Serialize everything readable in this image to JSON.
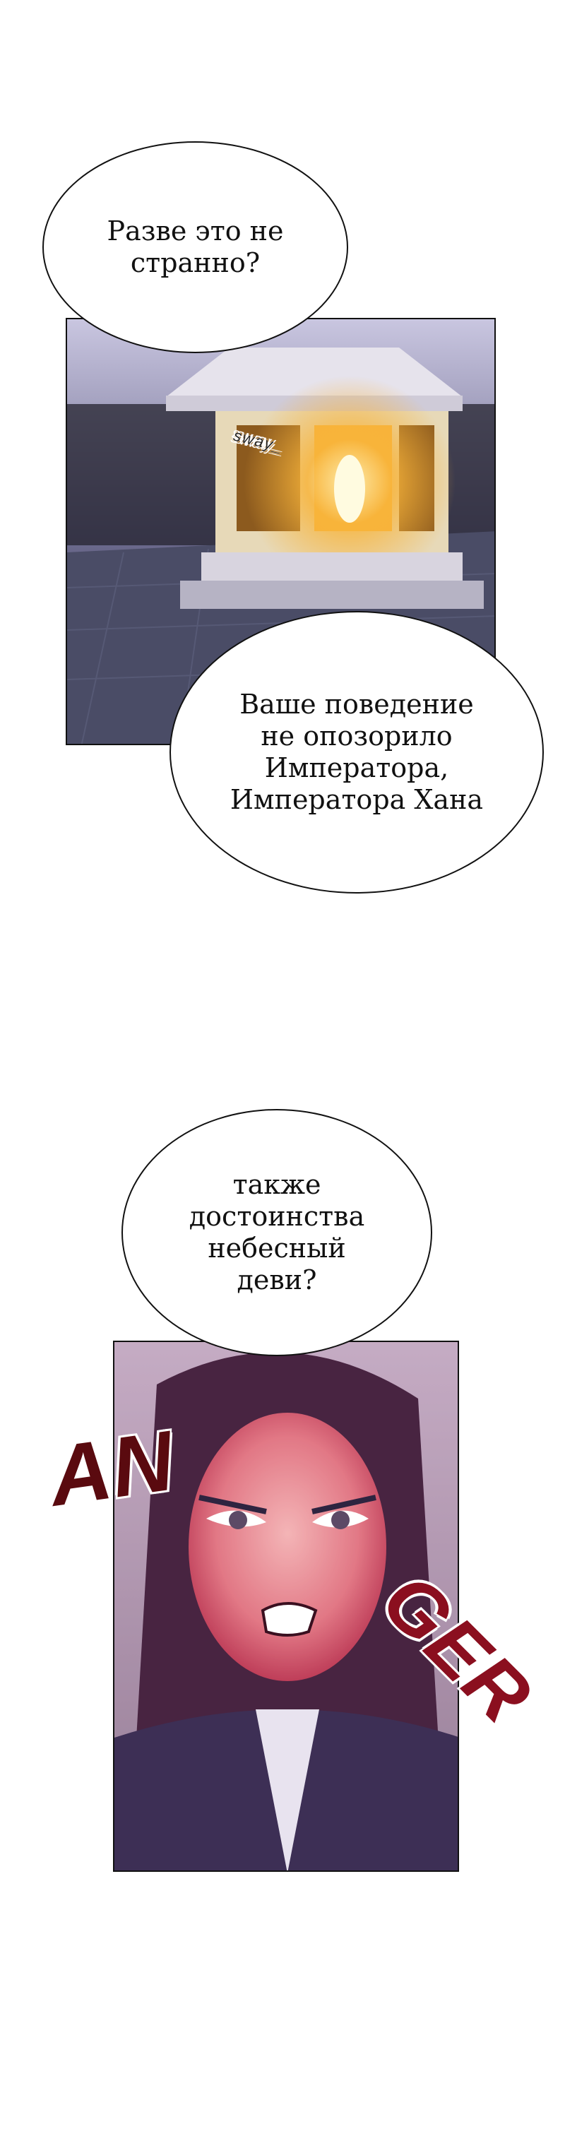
{
  "bubbles": {
    "b1": "Разве это не\nстранно?",
    "b2": "Ваше поведение\nне опозорило\nИмператора,\nИмператора Хана",
    "b3": "также\nдостоинства\nнебесный\nдеви?"
  },
  "sfx": {
    "sway": "sway_",
    "an": "AN",
    "ger": "GER"
  },
  "colors": {
    "panel1_sky": "#a9a6c6",
    "lantern_glow": "#f5a623",
    "panel2_tint": "#c0284a"
  }
}
